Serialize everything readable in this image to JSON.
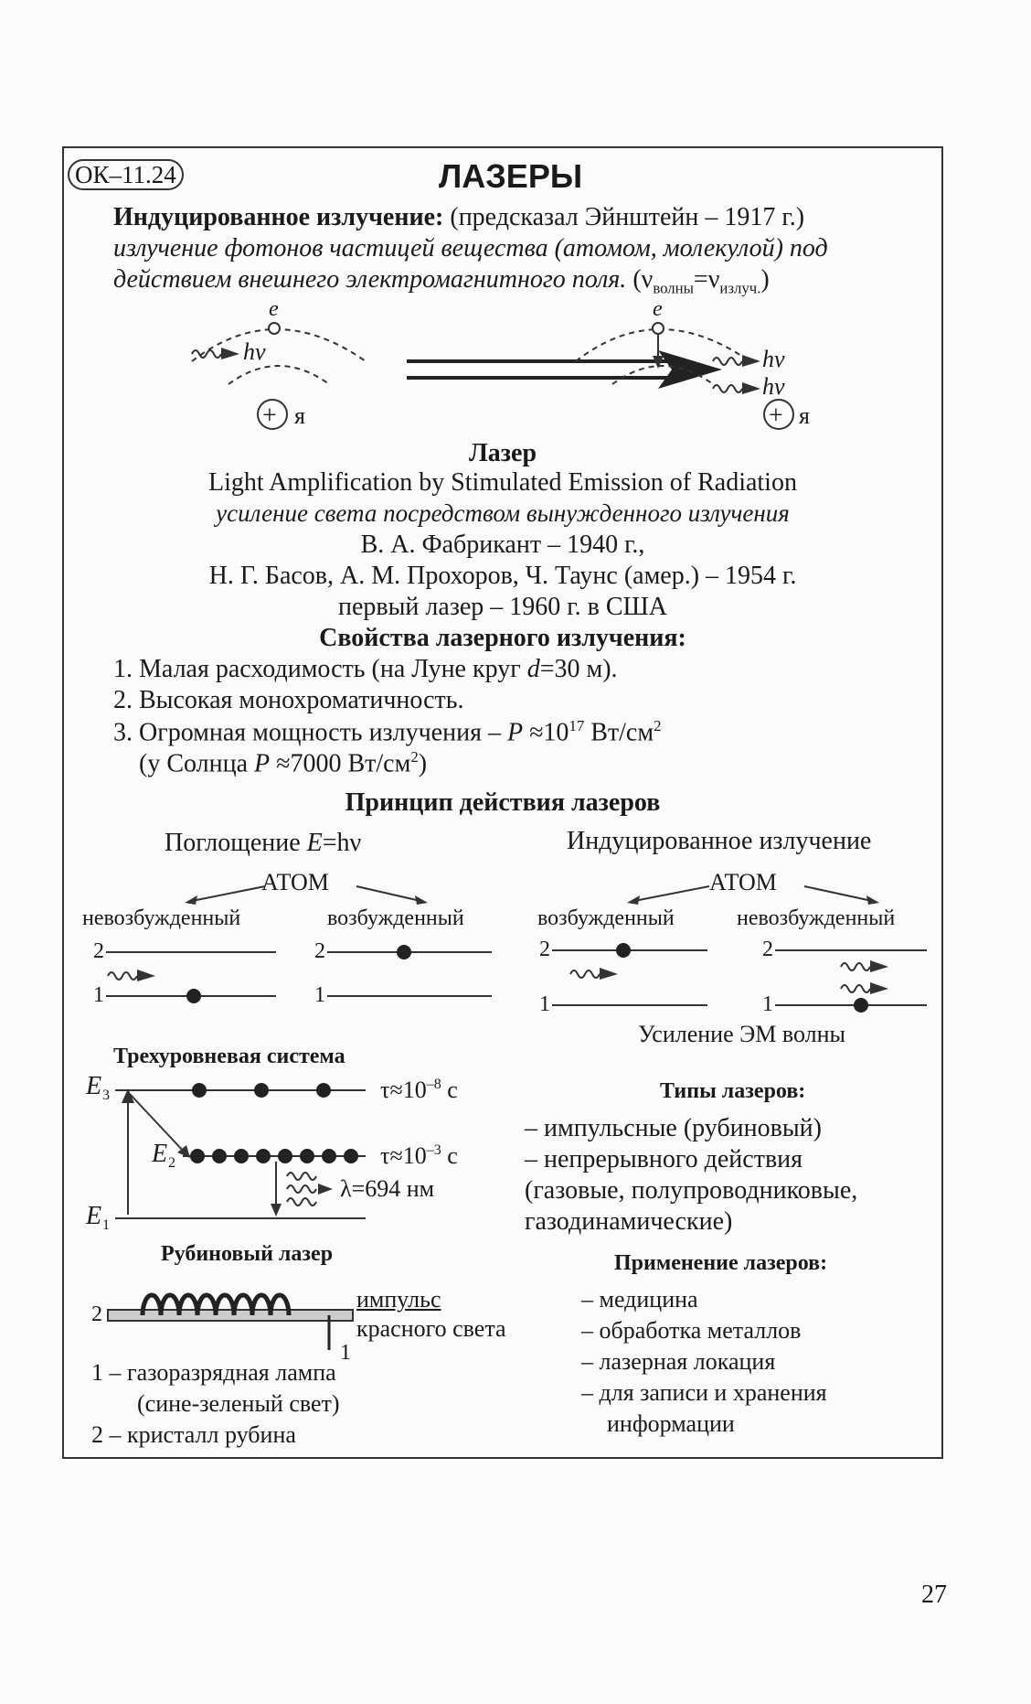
{
  "header": {
    "badge": "ОК–11.24",
    "title": "ЛАЗЕРЫ"
  },
  "induced": {
    "term": "Индуцированное излучение:",
    "note": "(предсказал Эйнштейн – 1917 г.)",
    "def_line1": "излучение фотонов частицей вещества (атомом, молекулой) под",
    "def_line2": "действием внешнего электромагнитного поля.",
    "formula_nu": "ν",
    "formula_sub1": "волны",
    "formula_eq": "=",
    "formula_sub2": "излуч."
  },
  "atom_diagram": {
    "electron": "e",
    "photon": "hν",
    "nucleus": "+",
    "nucleus_label": "я"
  },
  "laser": {
    "heading": "Лазер",
    "english": "Light Amplification by Stimulated Emission of Radiation",
    "russian": "усиление света посредством вынужденного излучения",
    "history1": "В. А. Фабрикант – 1940 г.,",
    "history2": "Н. Г. Басов, А. М. Прохоров, Ч. Таунс (амер.) – 1954 г.",
    "history3": "первый лазер – 1960 г. в США"
  },
  "properties": {
    "heading": "Свойства лазерного излучения:",
    "item1_text": "1. Малая расходимость (на Луне круг ",
    "item1_var": "d",
    "item1_val": "=30 м).",
    "item2": "2. Высокая монохроматичность.",
    "item3_text": "3. Огромная мощность излучения – ",
    "item3_var": "P",
    "item3_val": " ≈10",
    "item3_exp": "17",
    "item3_unit": " Вт/см",
    "item3_unit_exp": "2",
    "item3b_text": "(у Солнца ",
    "item3b_var": "P",
    "item3b_val": " ≈7000 Вт/см",
    "item3b_exp": "2",
    "item3b_close": ")"
  },
  "principle": {
    "heading": "Принцип действия лазеров",
    "absorption": "Поглощение ",
    "absorption_formula": "E",
    "absorption_eq": "=hν",
    "induced_label": "Индуцированное излучение",
    "atom": "АТОМ",
    "unexcited": "невозбужденный",
    "excited": "возбужденный",
    "level2": "2",
    "level1": "1",
    "amplification": "Усиление ЭМ волны"
  },
  "three_level": {
    "heading": "Трехуровневая система",
    "e3": "E",
    "e3_sub": "3",
    "e2": "E",
    "e2_sub": "2",
    "e1": "E",
    "e1_sub": "1",
    "tau1": "τ≈10",
    "tau1_exp": "–8",
    "tau1_unit": " с",
    "tau2": "τ≈10",
    "tau2_exp": "–3",
    "tau2_unit": " с",
    "lambda": "λ=694 нм"
  },
  "types": {
    "heading": "Типы лазеров:",
    "item1": "– импульсные (рубиновый)",
    "item2": "– непрерывного действия",
    "item3": "(газовые, полупроводниковые,",
    "item4": "газодинамические)"
  },
  "ruby": {
    "heading": "Рубиновый лазер",
    "label2": "2",
    "label1": "1",
    "pulse1": "импульс",
    "pulse2": "красного света",
    "legend1": "1 – газоразрядная лампа",
    "legend2": "(сине-зеленый свет)",
    "legend3": "2 – кристалл рубина"
  },
  "applications": {
    "heading": "Применение лазеров:",
    "item1": "– медицина",
    "item2": "– обработка металлов",
    "item3": "– лазерная локация",
    "item4": "– для записи и хранения",
    "item5": "информации"
  },
  "page_number": "27"
}
